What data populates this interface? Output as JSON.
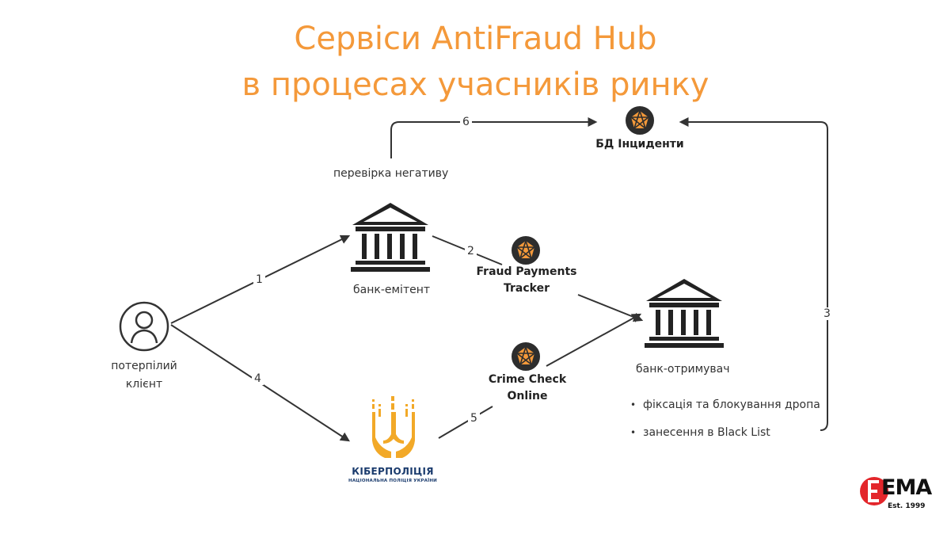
{
  "slide": {
    "title_line1": "Сервіси AntiFraud Hub",
    "title_line2": "в процесах учасників ринку"
  },
  "nodes": {
    "incidents_db": "БД Інциденти",
    "negative_check": "перевірка негативу",
    "issuing_bank": "банк-емітент",
    "fraud_tracker": "Fraud Payments\nTracker",
    "victim_client": "потерпілий\nклієнт",
    "receiving_bank": "банк-отримувач",
    "crime_check": "Crime Check\nOnline",
    "cyberpolice_name": "КІБЕРПОЛІЦІЯ",
    "cyberpolice_sub": "НАЦІОНАЛЬНА ПОЛІЦІЯ УКРАЇНИ"
  },
  "steps": [
    "1",
    "2",
    "3",
    "4",
    "5",
    "6"
  ],
  "receiver_actions": [
    "фіксація та блокування дропа",
    "занесення в Black List"
  ],
  "logo": {
    "name": "EMA",
    "tagline": "Est. 1999",
    "accent_color": "#e3262b"
  },
  "colors": {
    "title": "#f4993a",
    "arrows": "#333333",
    "hub_icon": "#f4993a",
    "cyberpolice": "#f2a928"
  }
}
